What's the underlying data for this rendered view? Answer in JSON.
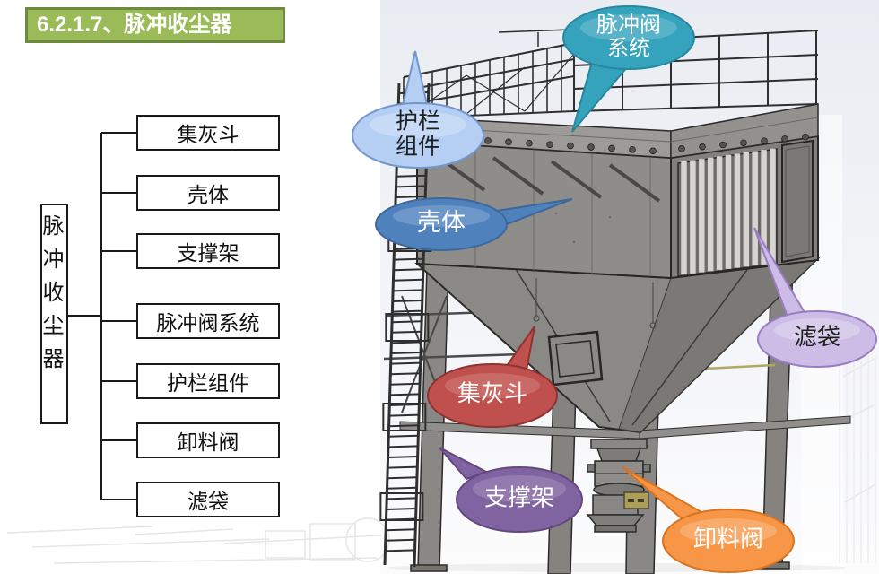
{
  "slide": {
    "title": "6.2.1.7、脉冲收尘器"
  },
  "tree": {
    "root": "脉冲收尘器",
    "children": [
      {
        "label": "集灰斗"
      },
      {
        "label": "壳体"
      },
      {
        "label": "支撑架"
      },
      {
        "label": "脉冲阀系统"
      },
      {
        "label": "护栏组件"
      },
      {
        "label": "卸料阀"
      },
      {
        "label": "滤袋"
      }
    ]
  },
  "callouts": [
    {
      "id": "pulse-valve-system",
      "lines": [
        "脉冲阀",
        "系统"
      ],
      "fill": "#35A3BC",
      "stroke": "#27879E",
      "text_color": "#FFFFFF"
    },
    {
      "id": "guardrail",
      "lines": [
        "护栏",
        "组件"
      ],
      "fill": "#B5CFF4",
      "stroke": "#7396CC",
      "text_color": "#1F1F1F"
    },
    {
      "id": "shell",
      "lines": [
        "壳体"
      ],
      "fill": "#4F81BD",
      "stroke": "#3D6899",
      "text_color": "#FFFFFF"
    },
    {
      "id": "filter-bag",
      "lines": [
        "滤袋"
      ],
      "fill": "#CCBCE6",
      "stroke": "#9A7CC4",
      "text_color": "#1F1F1F"
    },
    {
      "id": "dust-hopper",
      "lines": [
        "集灰斗"
      ],
      "fill": "#C0504D",
      "stroke": "#8E3331",
      "text_color": "#FFFFFF"
    },
    {
      "id": "support-frame",
      "lines": [
        "支撑架"
      ],
      "fill": "#8064A2",
      "stroke": "#64487E",
      "text_color": "#FFFFFF"
    },
    {
      "id": "discharge-valve",
      "lines": [
        "卸料阀"
      ],
      "fill": "#F79646",
      "stroke": "#D9731F",
      "text_color": "#FFFFFF"
    }
  ],
  "colors": {
    "title_bg": "#9BBB59",
    "title_border": "#6E8A3F",
    "title_text": "#FFFFFF",
    "tree_line": "#1A1A1A",
    "machine_gray": "#8F8D8A"
  }
}
